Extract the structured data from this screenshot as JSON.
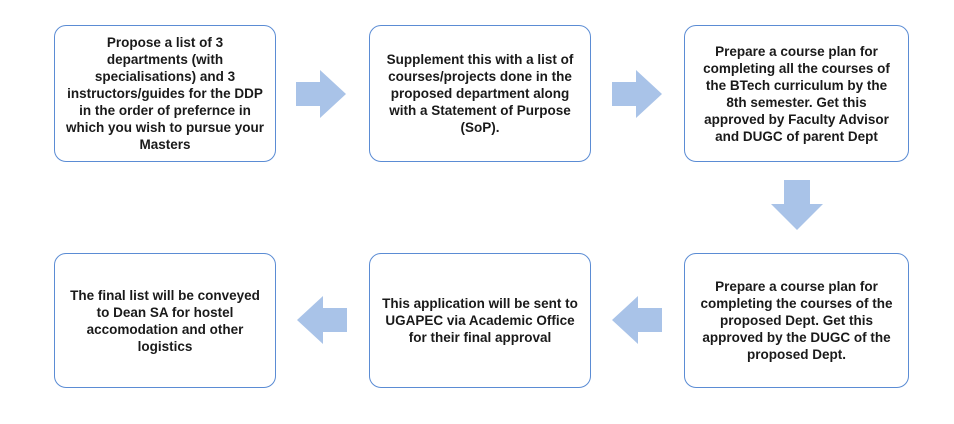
{
  "flow": {
    "steps": [
      "Propose a  list of 3 departments (with specialisations)  and 3 instructors/guides for the DDP  in the order of prefernce in which you wish to pursue your Masters",
      "Supplement this with a list of courses/projects done in the proposed department along with a Statement of Purpose (SoP).",
      "Prepare a course plan for completing all the courses of the BTech curriculum by the 8th semester. Get this approved by Faculty Advisor and DUGC of parent Dept",
      "Prepare a course plan for completing the courses of the proposed Dept. Get this approved by the DUGC of the proposed Dept.",
      "This application will be sent to UGAPEC via Academic Office for their final approval",
      "The final list will be conveyed to Dean SA for hostel accomodation and other logistics"
    ]
  },
  "colors": {
    "box_border": "#5b8cd4",
    "arrow_fill": "#a9c3e8",
    "text": "#1a1a1a"
  }
}
